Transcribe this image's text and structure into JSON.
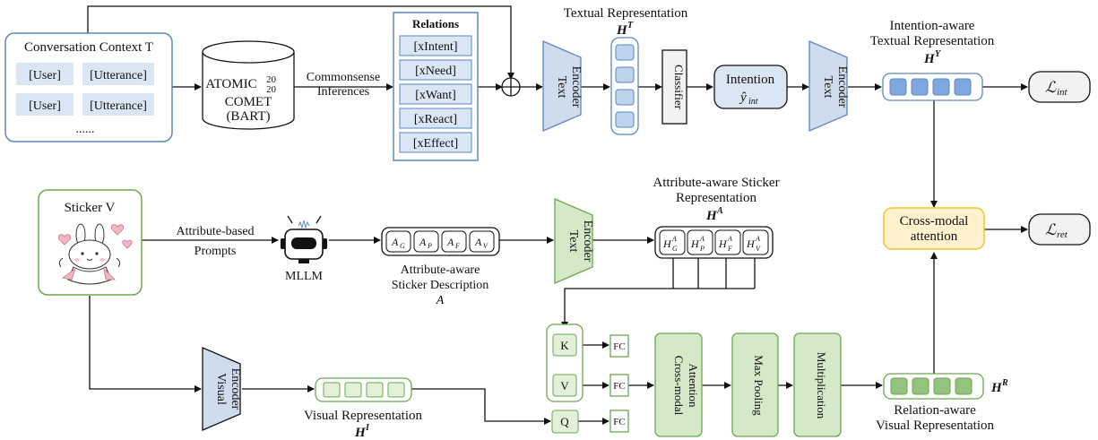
{
  "conversation": {
    "title": "Conversation Context T",
    "rows": [
      [
        "[User]",
        "[Utterance]"
      ],
      [
        "[User]",
        "[Utterance]"
      ]
    ],
    "ellipsis": "......"
  },
  "atomic": {
    "name": "ATOMIC",
    "superscript": "20",
    "subscript": "20",
    "line2": "COMET",
    "line3": "(BART)"
  },
  "commonsense_label": [
    "Commonsense",
    "Inferences"
  ],
  "relations": {
    "title": "Relations",
    "items": [
      "[xIntent]",
      "[xNeed]",
      "[xWant]",
      "[xReact]",
      "[xEffect]"
    ]
  },
  "textual_repr": {
    "label": "Textual Representation",
    "symbol": "H",
    "sup": "T"
  },
  "text_encoder_label": [
    "Text",
    "Encoder"
  ],
  "classifier": "Classifier",
  "intention": {
    "label": "Intention",
    "symbol": "ŷ",
    "sub": "int"
  },
  "intention_aware": {
    "line1": "Intention-aware",
    "line2": "Textual Representation",
    "symbol": "H",
    "sup": "Y"
  },
  "losses": {
    "int": {
      "symbol": "ℒ",
      "sub": "int"
    },
    "ret": {
      "symbol": "ℒ",
      "sub": "ret"
    }
  },
  "sticker": {
    "title": "Sticker V"
  },
  "prompt_label": [
    "Attribute-based",
    "Prompts"
  ],
  "mllm": "MLLM",
  "attr_desc": {
    "items": [
      {
        "base": "A",
        "sub": "G"
      },
      {
        "base": "A",
        "sub": "P"
      },
      {
        "base": "A",
        "sub": "F"
      },
      {
        "base": "A",
        "sub": "V"
      }
    ],
    "line1": "Attribute-aware",
    "line2": "Sticker Description",
    "symbol": "A"
  },
  "attr_repr": {
    "line1": "Attribute-aware Sticker",
    "line2": "Representation",
    "symbol": "H",
    "sup": "A",
    "items": [
      {
        "base": "H",
        "sup": "A",
        "sub": "G"
      },
      {
        "base": "H",
        "sup": "A",
        "sub": "P"
      },
      {
        "base": "H",
        "sup": "A",
        "sub": "F"
      },
      {
        "base": "H",
        "sup": "A",
        "sub": "V"
      }
    ]
  },
  "cross_modal": [
    "Cross-modal",
    "attention"
  ],
  "visual_encoder_label": [
    "Visual",
    "Encoder"
  ],
  "visual_repr": {
    "label": "Visual Representation",
    "symbol": "H",
    "sup": "I"
  },
  "kvq": [
    "K",
    "V",
    "Q"
  ],
  "fc": "FC",
  "blocks": {
    "cma": [
      "Cross-modal",
      "Attention"
    ],
    "maxpool": "Max Pooling",
    "mult": "Multiplication"
  },
  "relation_repr": {
    "line1": "Relation-aware",
    "line2": "Visual Representation",
    "symbol": "H",
    "sup": "R"
  },
  "colors": {
    "blue_fill": "#dbe6f4",
    "blue_stroke": "#5b87c5",
    "green_fill": "#e2efd9",
    "green_stroke": "#6aa84f",
    "yellow_fill": "#fff2cc",
    "yellow_stroke": "#f1c232",
    "gray_fill": "#f2f2f2",
    "encoder_blue": "#cfdcee",
    "encoder_green": "#d5e8c8"
  }
}
